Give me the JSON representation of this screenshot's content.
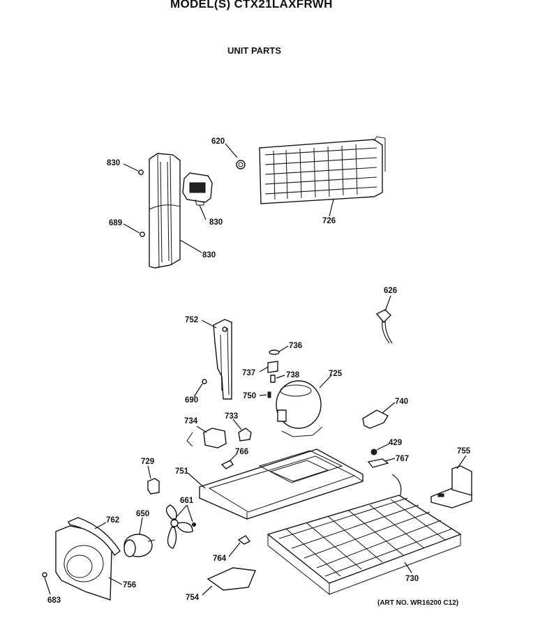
{
  "header": {
    "model": "MODEL(S) CTX21LAXFRWH",
    "section": "UNIT PARTS",
    "art_no": "(ART NO. WR16200 C12)"
  },
  "callouts": {
    "c620": "620",
    "c830a": "830",
    "c830b": "830",
    "c830c": "830",
    "c689": "689",
    "c726": "726",
    "c626": "626",
    "c752": "752",
    "c736": "736",
    "c737": "737",
    "c738": "738",
    "c725": "725",
    "c690": "690",
    "c750": "750",
    "c740": "740",
    "c734": "734",
    "c733": "733",
    "c429": "429",
    "c767": "767",
    "c755": "755",
    "c729": "729",
    "c766": "766",
    "c751": "751",
    "c661": "661",
    "c762": "762",
    "c650": "650",
    "c756": "756",
    "c764": "764",
    "c730": "730",
    "c754": "754",
    "c683": "683"
  }
}
